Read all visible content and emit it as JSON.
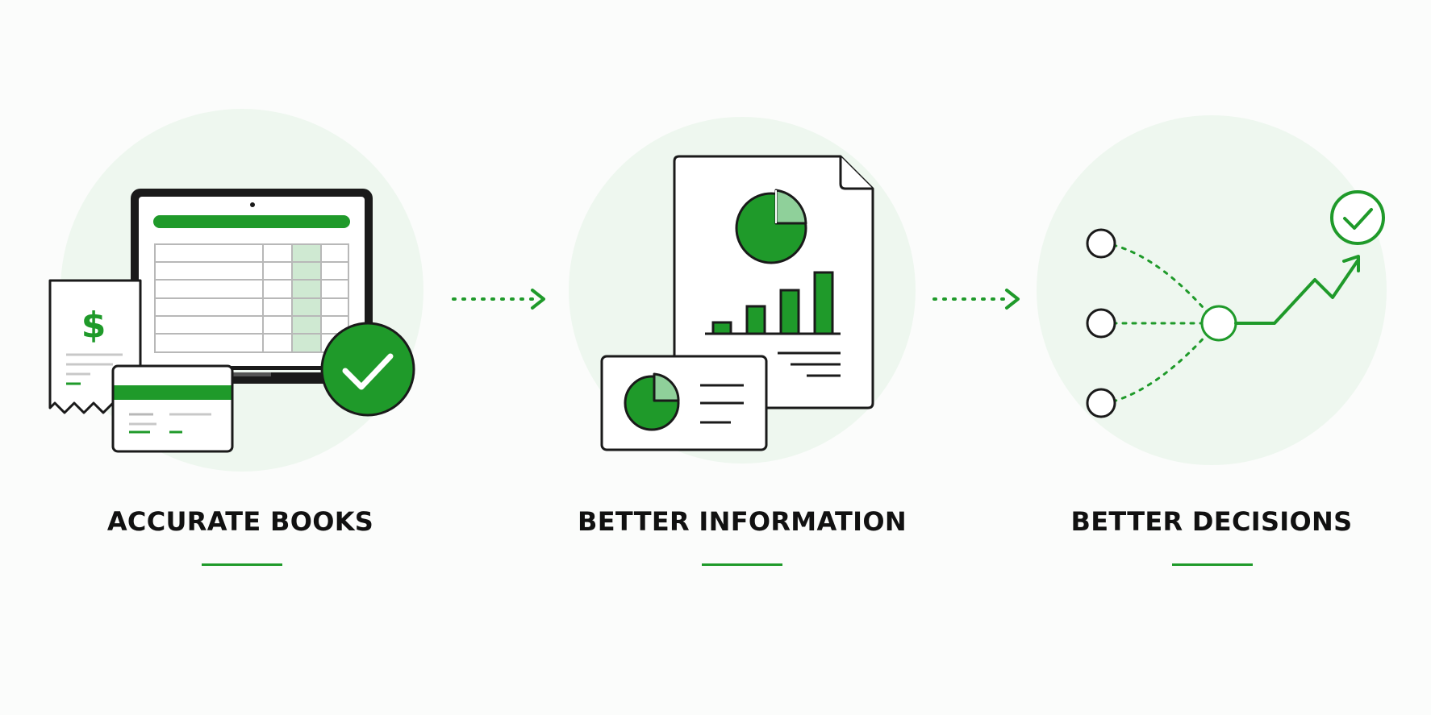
{
  "steps": [
    {
      "label": "ACCURATE BOOKS"
    },
    {
      "label": "BETTER INFORMATION"
    },
    {
      "label": "BETTER DECISIONS"
    }
  ],
  "receipt": {
    "currency_symbol": "$"
  },
  "colors": {
    "accent": "#1f9a2a",
    "accent_light": "#8fd09a",
    "circle_bg": "#eef7ef",
    "outline": "#1a1a1a",
    "text": "#111111"
  },
  "icons": [
    "laptop-spreadsheet-icon",
    "receipt-icon",
    "credit-card-icon",
    "checkmark-badge-icon",
    "report-document-icon",
    "pie-chart-icon",
    "bar-chart-icon",
    "summary-card-icon",
    "decision-nodes-icon",
    "trend-arrow-icon",
    "check-circle-icon",
    "dotted-arrow-icon"
  ]
}
